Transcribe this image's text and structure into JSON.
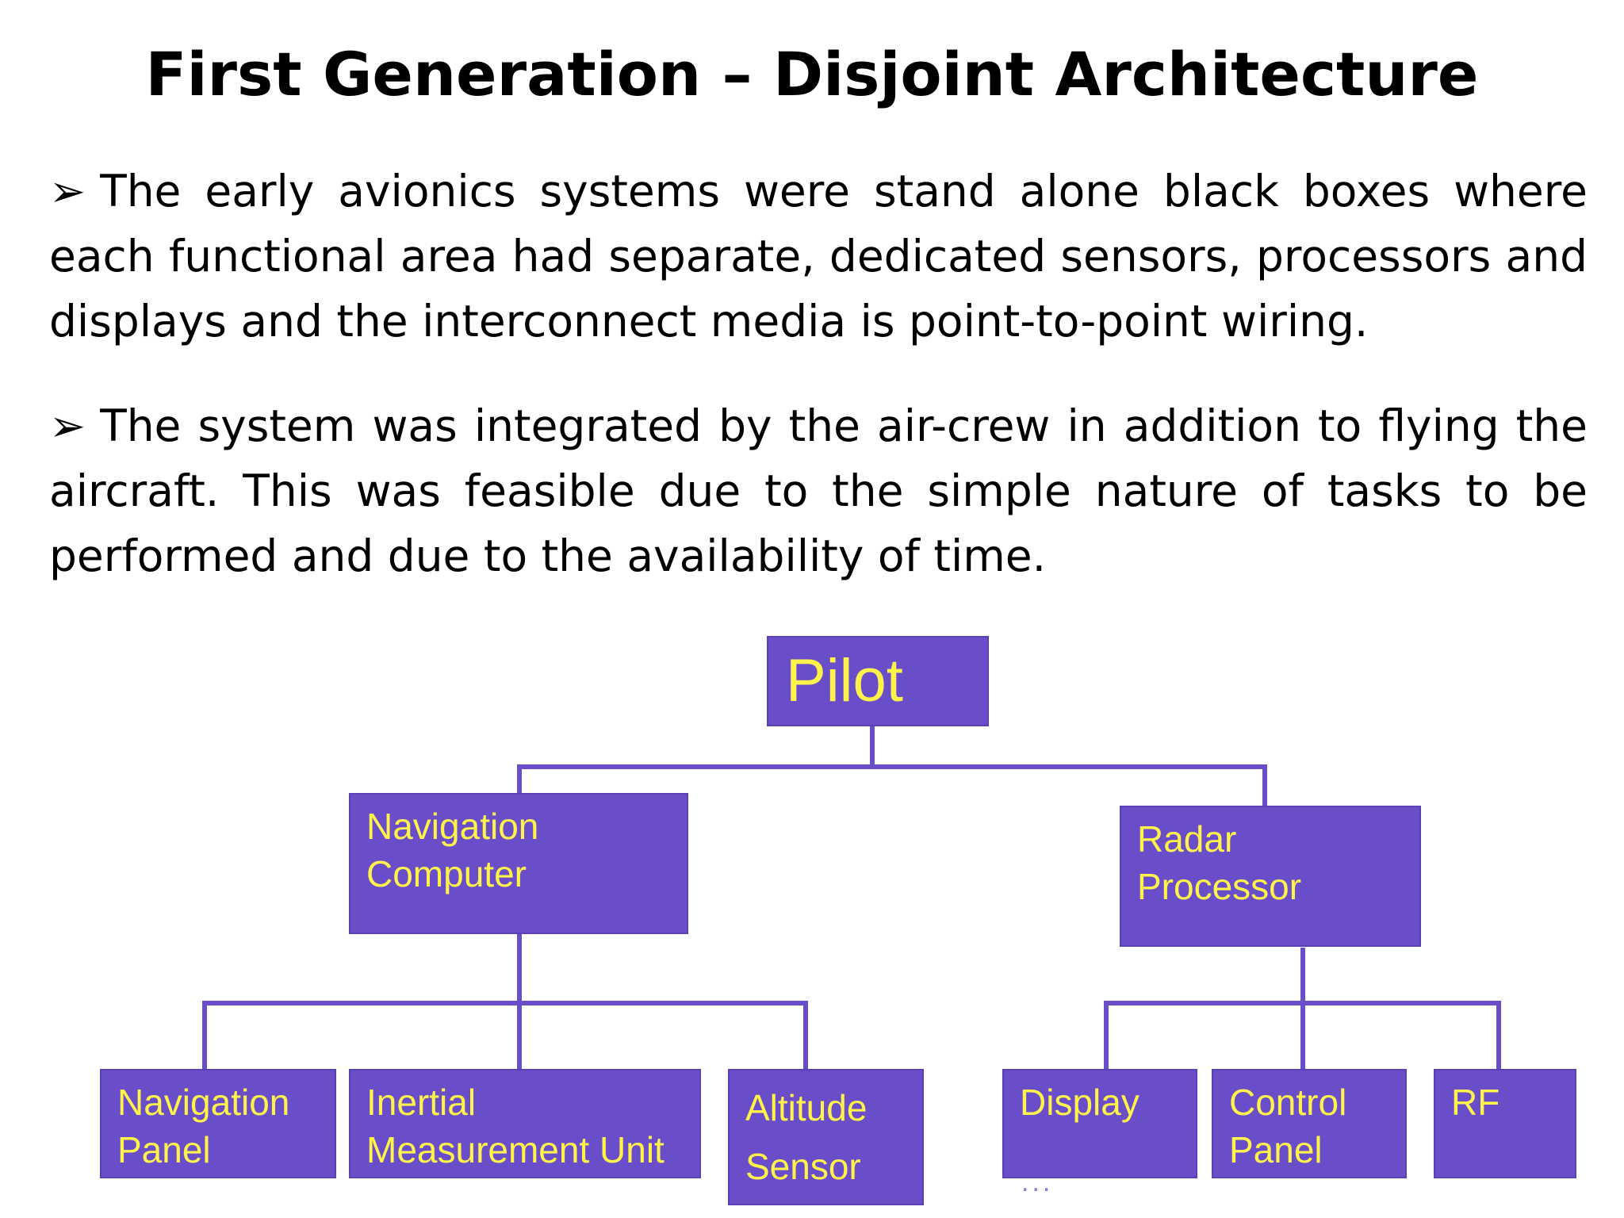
{
  "slide": {
    "title": "First Generation – Disjoint Architecture",
    "bullet_marker": "➢",
    "bullets": [
      "The early avionics systems were stand alone black boxes where each functional area had separate, dedicated sensors, processors and displays and the interconnect media is point-to-point wiring.",
      "The system was integrated by the air-crew in addition to flying the aircraft. This was feasible due to the simple nature of tasks to be performed and due to the availability of time."
    ]
  },
  "diagram": {
    "colors": {
      "box_fill": "#6a4ec9",
      "box_text": "#fff24a",
      "connector": "#6a4ec9"
    },
    "nodes": {
      "pilot": {
        "lines": [
          "Pilot"
        ]
      },
      "nav_computer": {
        "lines": [
          "Navigation",
          "Computer"
        ]
      },
      "radar_processor": {
        "lines": [
          "Radar",
          "Processor"
        ]
      },
      "nav_panel": {
        "lines": [
          "Navigation",
          "Panel"
        ]
      },
      "imu": {
        "lines": [
          "Inertial",
          "Measurement Unit"
        ]
      },
      "altitude_sensor": {
        "lines": [
          "Altitude",
          "Sensor"
        ]
      },
      "display": {
        "lines": [
          "Display"
        ]
      },
      "control_panel": {
        "lines": [
          "Control",
          "Panel"
        ]
      },
      "rf": {
        "lines": [
          "RF"
        ]
      }
    },
    "footer_mark": "..."
  }
}
